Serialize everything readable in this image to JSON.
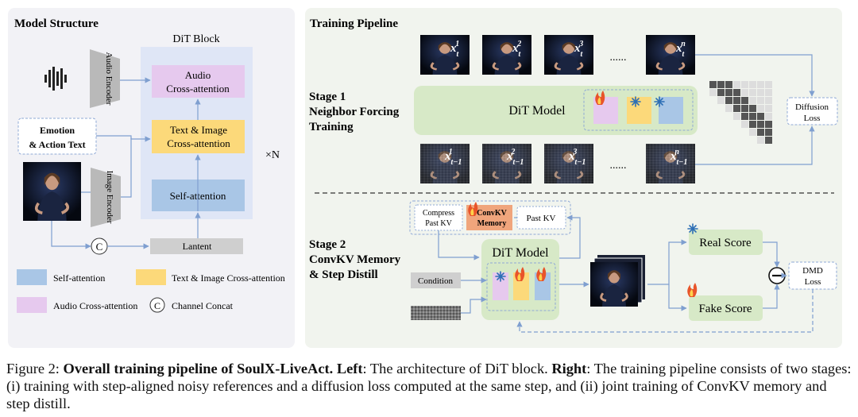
{
  "left_panel": {
    "title": "Model Structure",
    "dit_block_label": "DiT Block",
    "audio_encoder": "Audio Encoder",
    "image_encoder": "Image Encoder",
    "emotion_text": [
      "Emotion",
      "& Action Text"
    ],
    "audio_cross_attention": [
      "Audio",
      "Cross-attention"
    ],
    "text_image_cross_attention": [
      "Text & Image",
      "Cross-attention"
    ],
    "self_attention": "Self-attention",
    "repeat": "×N",
    "latent": "Lantent",
    "concat_symbol": "C",
    "legend": {
      "self_attention": "Self-attention",
      "text_image": "Text & Image Cross-attention",
      "audio": "Audio Cross-attention",
      "channel_concat": "Channel Concat"
    }
  },
  "right_panel": {
    "title": "Training Pipeline",
    "stage1": [
      "Stage 1",
      "Neighbor Forcing",
      "Training"
    ],
    "stage2": [
      "Stage 2",
      "ConvKV Memory",
      "& Step Distill"
    ],
    "dit_model": "DiT Model",
    "diffusion_loss": [
      "Diffusion",
      "Loss"
    ],
    "ellipsis": "......",
    "frames_top": [
      {
        "base": "x",
        "sub": "t",
        "sup": "1"
      },
      {
        "base": "x",
        "sub": "t",
        "sup": "2"
      },
      {
        "base": "x",
        "sub": "t",
        "sup": "3"
      },
      {
        "base": "x",
        "sub": "t",
        "sup": "n"
      }
    ],
    "frames_bottom": [
      {
        "base": "x",
        "sub": "t−1",
        "sup": "1"
      },
      {
        "base": "x",
        "sub": "t−1",
        "sup": "2"
      },
      {
        "base": "x",
        "sub": "t−1",
        "sup": "3"
      },
      {
        "base": "x",
        "sub": "t−1",
        "sup": "n"
      }
    ],
    "compress_past_kv": [
      "Compress",
      "Past KV"
    ],
    "convkv_memory": [
      "ConvKV",
      "Memory"
    ],
    "past_kv": "Past KV",
    "condition": "Condition",
    "real_score": "Real Score",
    "fake_score": "Fake Score",
    "dmd_loss": [
      "DMD",
      "Loss"
    ]
  },
  "colors": {
    "self_attention": "#a9c6e6",
    "text_image": "#fcd97a",
    "audio": "#e6c9ee",
    "panel_bg": "#f2f2f6",
    "green_panel": "#d7e9c7",
    "dark_panel": "#f1f4ee"
  },
  "caption": {
    "prefix": "Figure 2: ",
    "bold1": "Overall training pipeline of SoulX-LiveAct.",
    "sp1": " ",
    "bold2": "Left",
    "t1": ": The architecture of DiT block. ",
    "bold3": "Right",
    "t2": ": The training pipeline consists of two stages: (i) training with step-aligned noisy references and a diffusion loss computed at the same step, and (ii) joint training of ConvKV memory and step distill."
  }
}
